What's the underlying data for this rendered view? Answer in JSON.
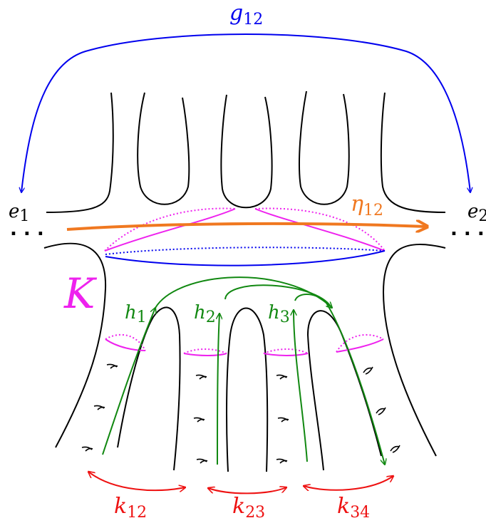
{
  "labels": {
    "g": {
      "base": "g",
      "sub": "12"
    },
    "eta": {
      "base": "η",
      "sub": "12"
    },
    "e1": {
      "base": "e",
      "sub": "1"
    },
    "e2": {
      "base": "e",
      "sub": "2"
    },
    "K": "K",
    "h1": {
      "base": "h",
      "sub": "1"
    },
    "h2": {
      "base": "h",
      "sub": "2"
    },
    "h3": {
      "base": "h",
      "sub": "3"
    },
    "k12": {
      "base": "k",
      "sub": "12"
    },
    "k23": {
      "base": "k",
      "sub": "23"
    },
    "k34": {
      "base": "k",
      "sub": "34"
    },
    "dots_left": ". . .",
    "dots_right": ". . ."
  },
  "colors": {
    "surface": "#000000",
    "g_arrow": "#0000ee",
    "eta_arrow": "#f07820",
    "K_curves": "#ee22ee",
    "handles": "#118811",
    "k_arrows": "#ee1111"
  }
}
